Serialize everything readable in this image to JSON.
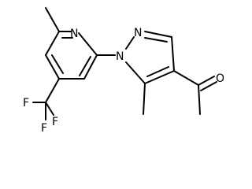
{
  "molecule": {
    "atoms": {
      "pyridine_n": "N",
      "pyrazole_n1": "N",
      "pyrazole_n2": "N",
      "carbonyl_o": "O",
      "fluorine_1": "F",
      "fluorine_2": "F",
      "fluorine_3": "F"
    }
  },
  "colors": {
    "ink": "#000000",
    "background": "#ffffff"
  }
}
